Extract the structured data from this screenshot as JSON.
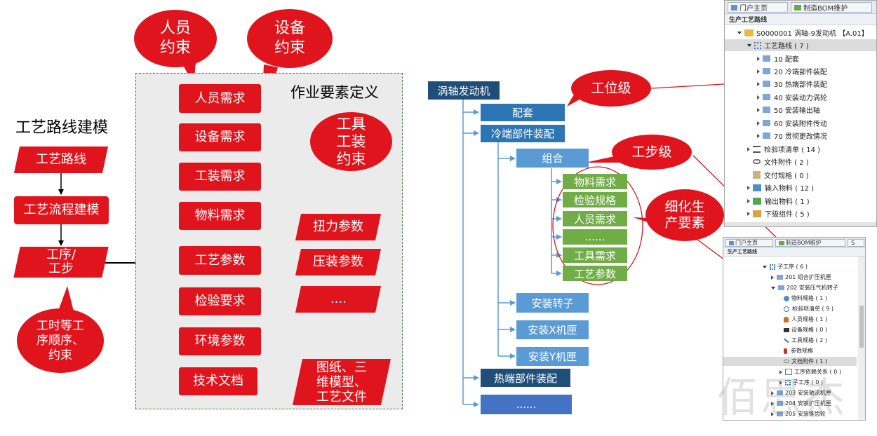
{
  "left": {
    "title": "工艺路线建模",
    "nodes": [
      "工艺路线",
      "工艺流程建模",
      "工序/\n工步"
    ],
    "bubble": "工时等工\n序顺序、\n约束"
  },
  "panel": {
    "title": "作业要素定义",
    "items": [
      "人员需求",
      "设备需求",
      "工装需求",
      "物料需求",
      "工艺参数",
      "检验要求",
      "环境参数",
      "技术文档"
    ],
    "params": [
      "扭力参数",
      "压装参数",
      "...."
    ],
    "doc_source": "图纸、三\n维模型、\n工艺文件",
    "bubbles": [
      "人员\n约束",
      "设备\n约束",
      "工具\n工装\n约束"
    ]
  },
  "tree": {
    "root": "涡轴发动机",
    "level1": [
      "配套",
      "冷端部件装配"
    ],
    "group": "组合",
    "elements": [
      "物料需求",
      "检验规格",
      "人员需求",
      "......",
      "工具需求",
      "工艺参数"
    ],
    "siblings": [
      "安装转子",
      "安装X机匣",
      "安装Y机匣"
    ],
    "bottom": [
      "热端部件装配",
      "......"
    ],
    "bubbles": [
      "工位级",
      "工步级",
      "细化生\n产要素"
    ]
  },
  "screen1": {
    "tabs": [
      "门户主页",
      "制造BOM维护"
    ],
    "header": "生产工艺路线",
    "rows": [
      "S0000001 涡轴-9发动机 【A.01】",
      "工艺路线 ( 7 )",
      "10 配套",
      "20 冷端部件装配",
      "30 热端部件装配",
      "40 安装动力涡轮",
      "50 安装输出轴",
      "60 安装附件传动",
      "70 贯彻更改情况",
      "检验项清单 ( 14 )",
      "文件附件 ( 2 )",
      "交付规格 ( 0 )",
      "输入物料 ( 12 )",
      "输出物料 ( 1 )",
      "下级组件 ( 5 )"
    ]
  },
  "screen2": {
    "tabs": [
      "门户主页",
      "制造BOM维护",
      "S"
    ],
    "header": "生产工艺路线",
    "rows": [
      "子工序 ( 6 )",
      "201 组合扩压机匣",
      "202 安装压气机转子",
      "物料规格 ( 1 )",
      "检验项清单 ( 9 )",
      "人员规格 ( 1 )",
      "设备规格 ( 0 )",
      "工具规格 ( 2 )",
      "参数规格",
      "文档附件 ( 1 )",
      "工序依赖关系 ( 0 )",
      "子工序 ( 0 )",
      "203 安装轴流机匣",
      "204 安装扩压机匣",
      "205 安装锥齿轮"
    ]
  },
  "watermark": "佰思杰",
  "colors": {
    "red": "#e0141c",
    "dark_blue": "#1f4e79",
    "mid_blue": "#2e75b6",
    "light_blue": "#5b9bd5",
    "green": "#70ad47",
    "panel_bg": "#ebebeb"
  }
}
